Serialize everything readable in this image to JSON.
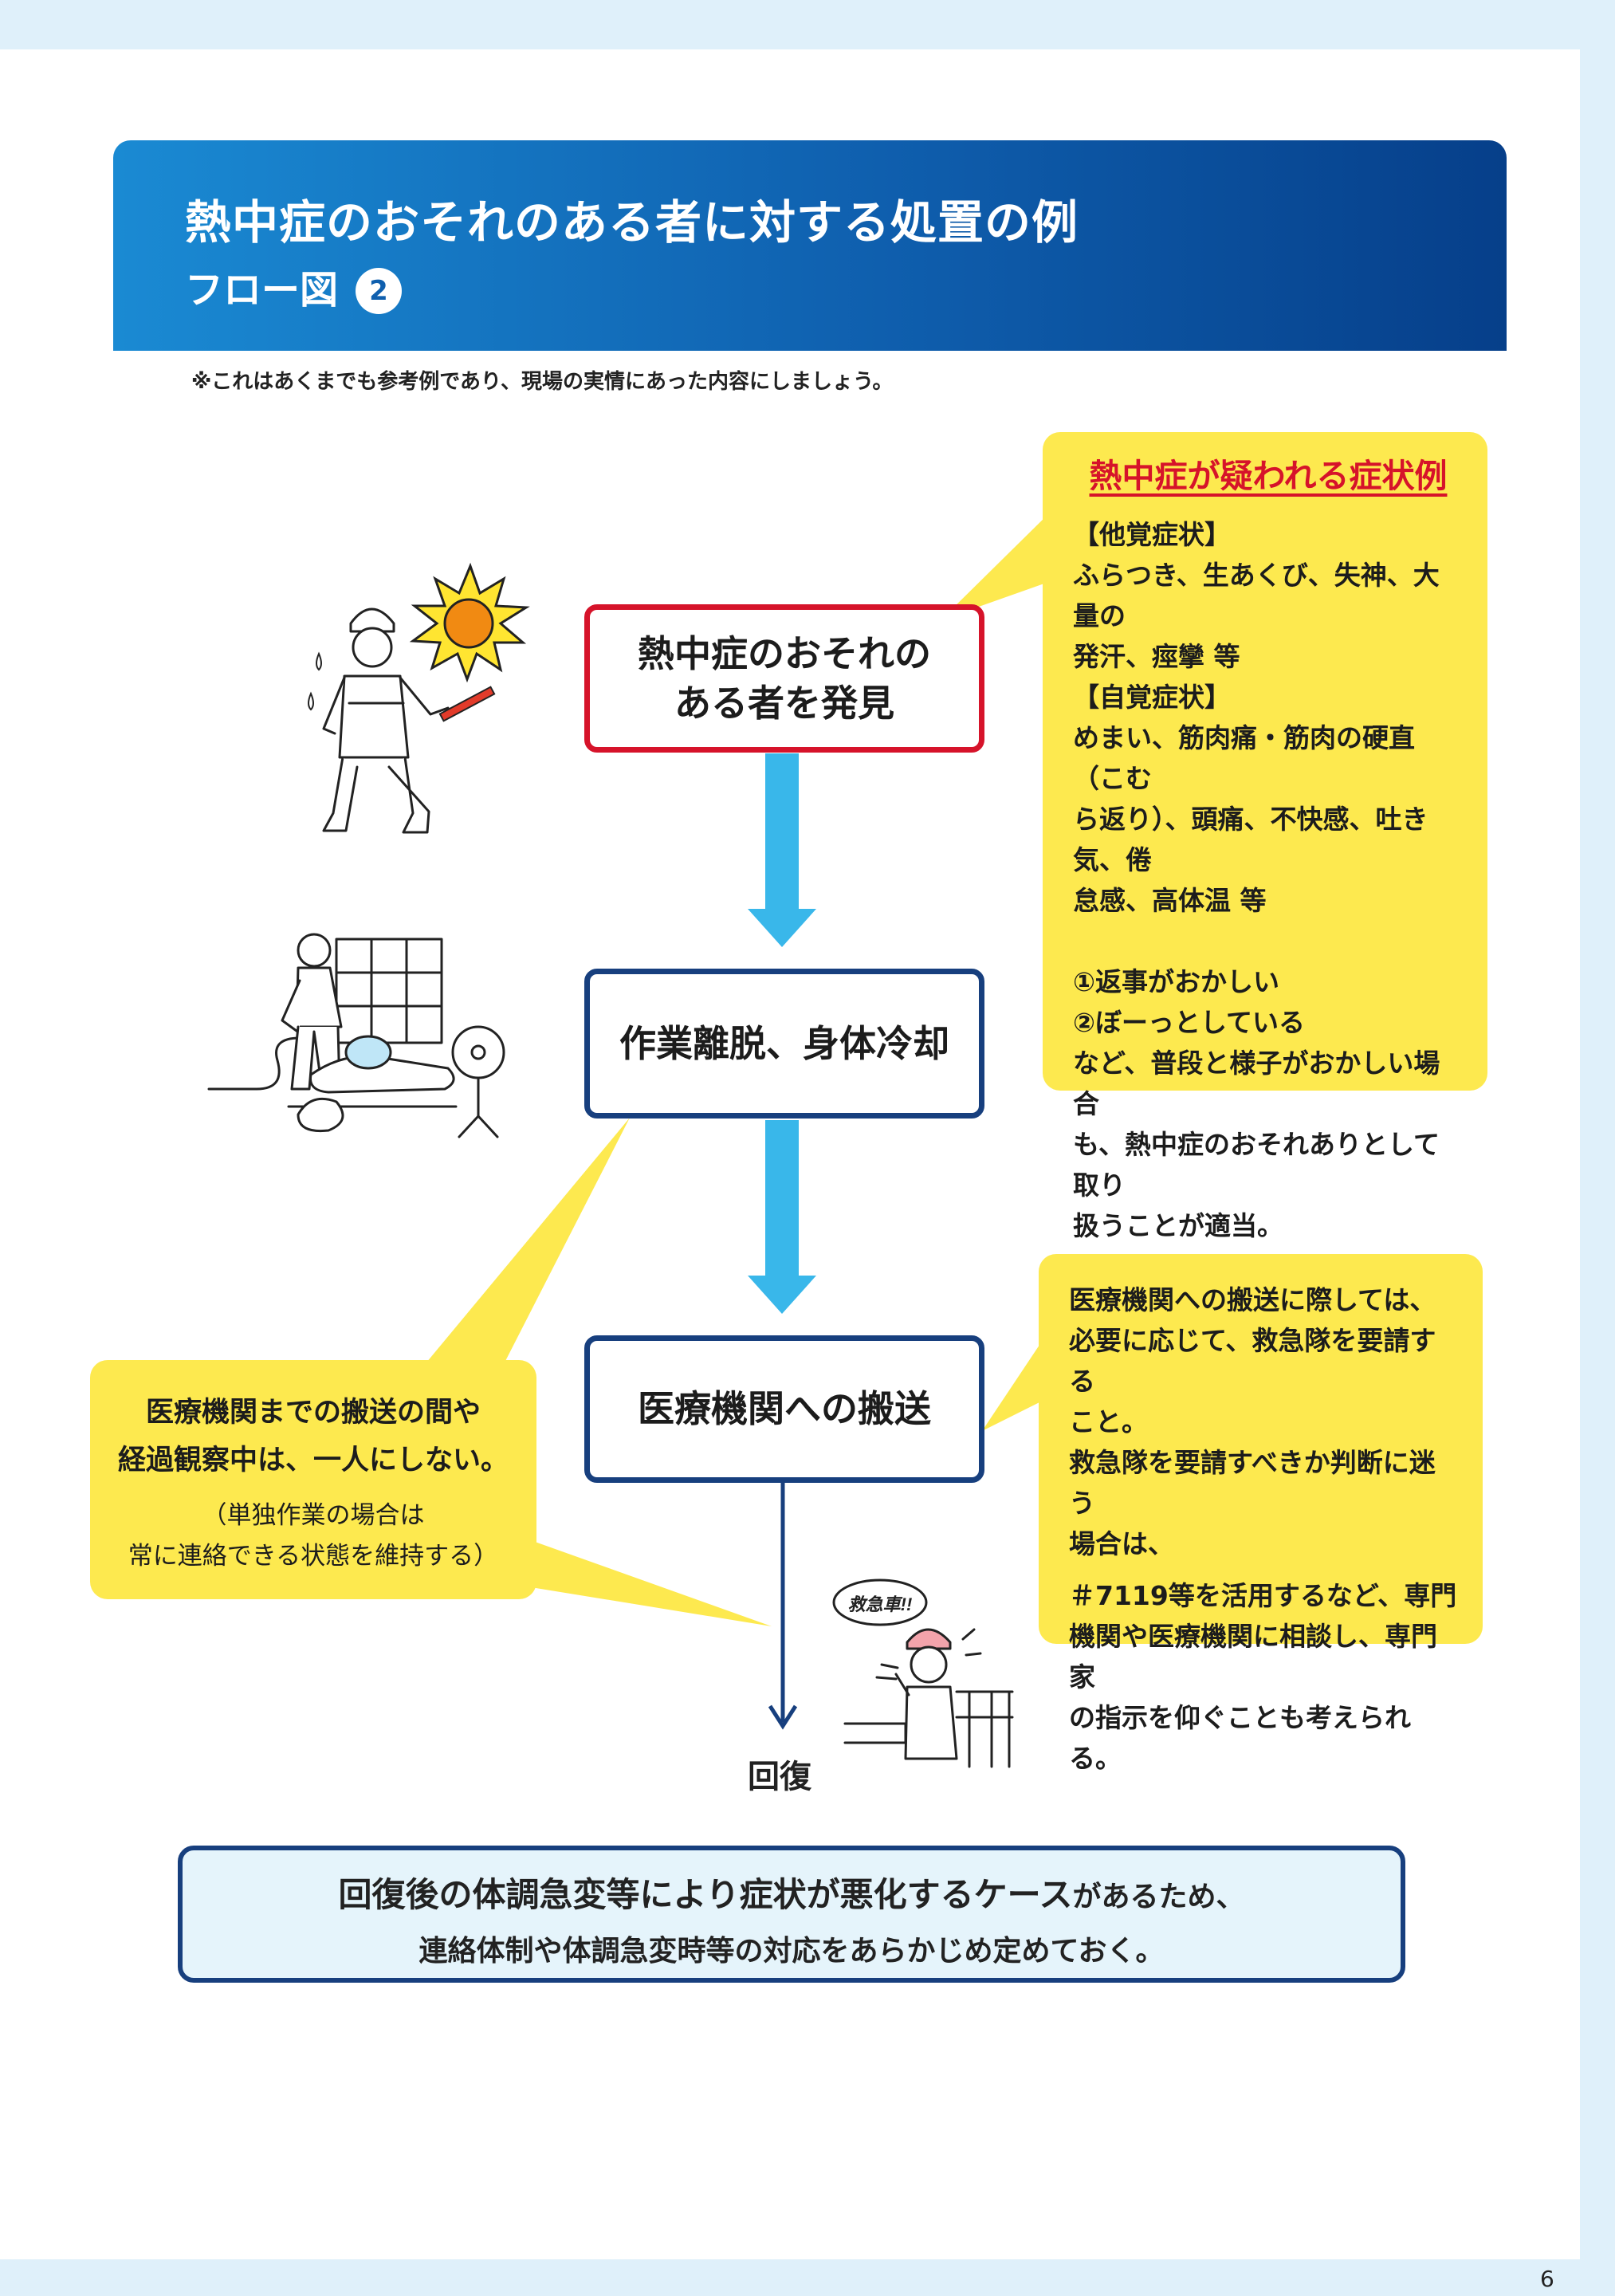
{
  "header": {
    "title": "熱中症のおそれのある者に対する処置の例",
    "subtitle": "フロー図",
    "figure_number": "2"
  },
  "note": "※これはあくまでも参考例であり、現場の実情にあった内容にしましょう。",
  "flow": {
    "step1": [
      "熱中症のおそれの",
      "ある者を発見"
    ],
    "step2": "作業離脱、身体冷却",
    "step3": "医療機関への搬送",
    "result": "回復"
  },
  "symptoms_panel": {
    "title": "熱中症が疑われる症状例",
    "other_heading": "【他覚症状】",
    "other_text": [
      "ふらつき、生あくび、失神、大量の",
      "発汗、痙攣 等"
    ],
    "self_heading": "【自覚症状】",
    "self_text": [
      "めまい、筋肉痛・筋肉の硬直（こむ",
      "ら返り）、頭痛、不快感、吐き気、倦",
      "怠感、高体温 等"
    ],
    "items": [
      "①返事がおかしい",
      "②ぼーっとしている"
    ],
    "note": [
      "など、普段と様子がおかしい場合",
      "も、熱中症のおそれありとして取り",
      "扱うことが適当。"
    ]
  },
  "transport_panel": {
    "lines": [
      "医療機関への搬送に際しては、",
      "必要に応じて、救急隊を要請する",
      "こと。",
      "救急隊を要請すべきか判断に迷う",
      "場合は、",
      "＃7119等を活用するなど、専門",
      "機関や医療機関に相談し、専門家",
      "の指示を仰ぐことも考えられる。"
    ]
  },
  "companion_panel": {
    "main": [
      "医療機関までの搬送の間や",
      "経過観察中は、一人にしない。"
    ],
    "sub": [
      "（単独作業の場合は",
      "常に連絡できる状態を維持する）"
    ]
  },
  "illustrations": {
    "scene3_speech": "救急車!!"
  },
  "summary": {
    "line1_main": "回復後の体調急変等により症状が悪化するケース",
    "line1_tail": "があるため、",
    "line2": "連絡体制や体調急変時等の対応をあらかじめ定めておく。"
  },
  "page_number": "6",
  "colors": {
    "header_start": "#1a8ad3",
    "header_end": "#063f8a",
    "alert_red": "#d6132a",
    "box_navy": "#173f7e",
    "arrow_blue": "#39b7ea",
    "panel_yellow": "#fde94f",
    "summary_fill": "#e5f4fb"
  }
}
